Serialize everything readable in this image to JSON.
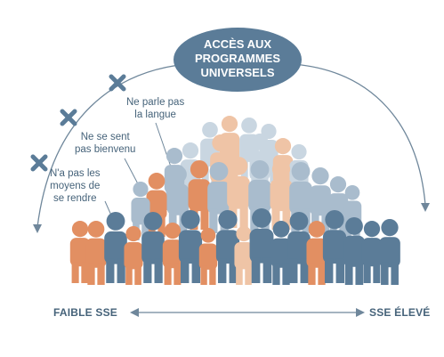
{
  "title": "ACCÈS AUX PROGRAMMES UNIVERSELS",
  "title_lines": [
    "ACCÈS AUX",
    "PROGRAMMES",
    "UNIVERSELS"
  ],
  "hurdles": [
    {
      "lines": [
        "Ne parle pas",
        "la langue"
      ]
    },
    {
      "lines": [
        "Ne se sent",
        "pas bienvenu"
      ]
    },
    {
      "lines": [
        "N'a pas les",
        "moyens de",
        "se rendre"
      ]
    }
  ],
  "axis": {
    "left_label": "FAIBLE SSE",
    "right_label": "SSE ÉLEVÉ"
  },
  "colors": {
    "dark_blue": "#5b7c98",
    "light_blue": "#a9bccd",
    "pale_blue": "#c9d6e1",
    "orange": "#e28f62",
    "pale_orange": "#efc4a6",
    "text": "#46637a",
    "arc": "#6f879b"
  },
  "icons": [
    "x-icon",
    "arrow-left-icon",
    "arrow-right-icon",
    "person-silhouette-icon"
  ]
}
